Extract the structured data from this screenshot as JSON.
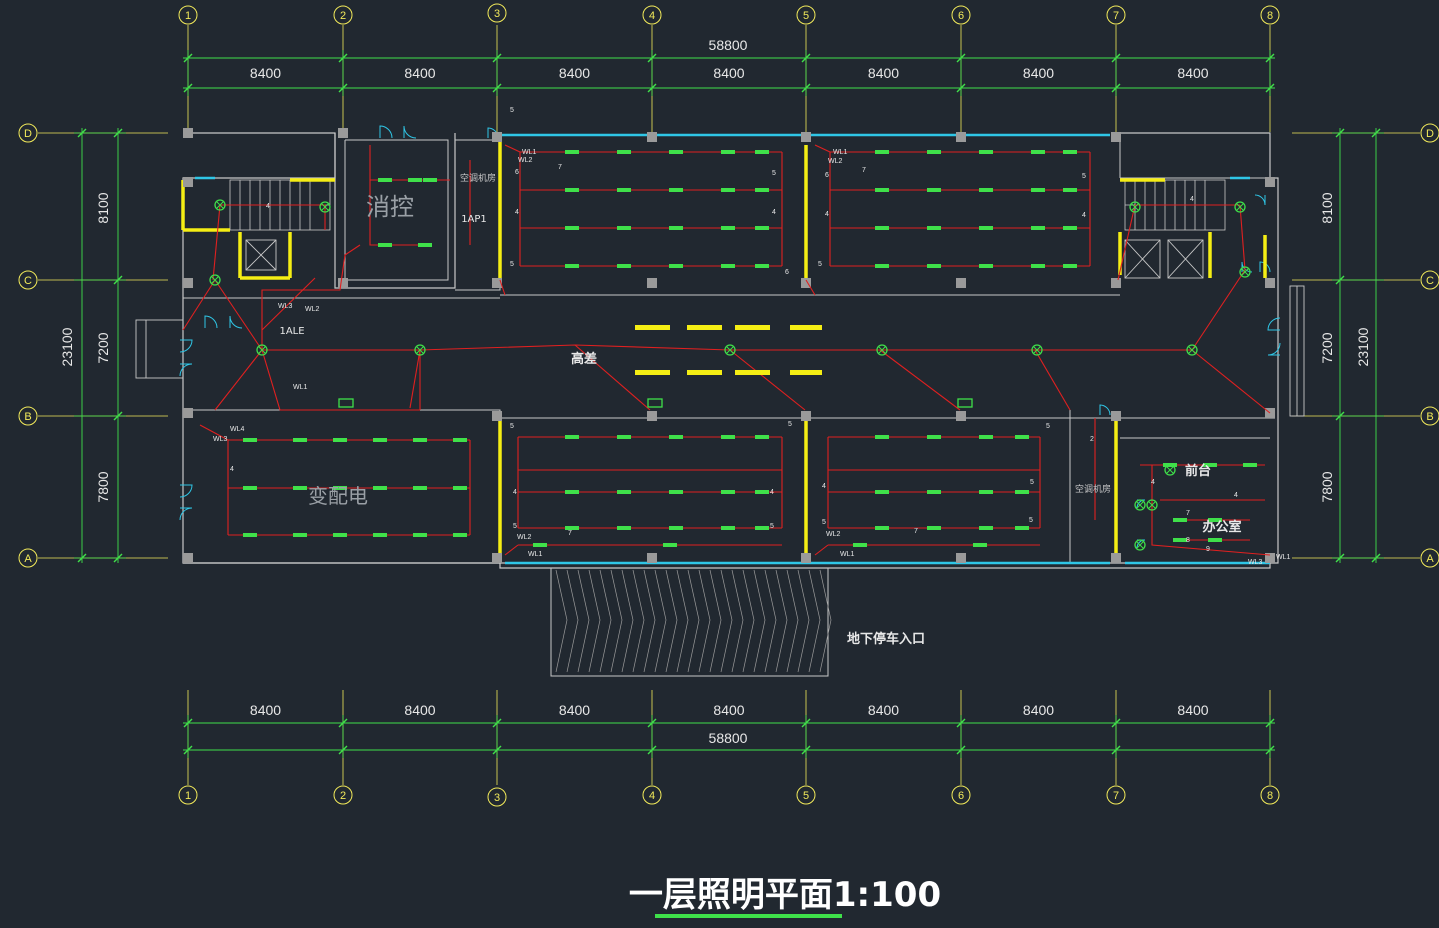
{
  "drawing": {
    "title": "一层照明平面1:100",
    "total_dimension": "58800",
    "bay_dimension": "8400",
    "total_depth": "23100",
    "row_spans": [
      "8100",
      "7200",
      "7800"
    ]
  },
  "grid": {
    "columns": [
      "1",
      "2",
      "3",
      "4",
      "5",
      "6",
      "7",
      "8"
    ],
    "rows": [
      "D",
      "C",
      "B",
      "A"
    ]
  },
  "rooms": {
    "fire_control": "消控",
    "corridor": "高差",
    "substation": "变配电",
    "front_desk": "前台",
    "office": "办公室",
    "parking_entrance": "地下停车入口",
    "ac_room_top": "空调机房",
    "ac_room_right": "空调机房",
    "shaft_top": "1AP1",
    "stair_note": "1ALE"
  },
  "circuits": {
    "wl1": "WL1",
    "wl2": "WL2",
    "wl3": "WL3",
    "wl4": "WL4",
    "n2": "2",
    "n4": "4",
    "n5": "5",
    "n6": "6",
    "n7": "7",
    "n8": "8",
    "n9": "9"
  },
  "colors": {
    "background": "#212830",
    "grid_line": "#f2ea5a",
    "dimension_line": "#3fe04a",
    "wall": "#c8c8c8",
    "structural_wall": "#f5ee14",
    "wiring": "#e02020",
    "fixture": "#3fe04a",
    "glazing": "#2fc6e6"
  }
}
